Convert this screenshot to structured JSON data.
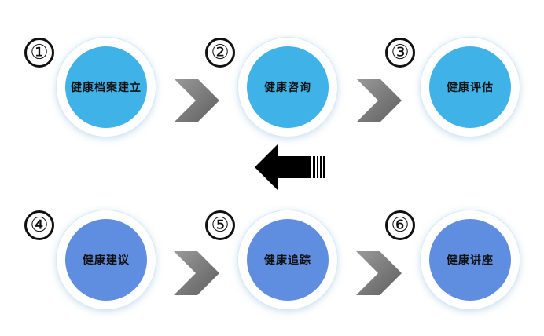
{
  "diagram": {
    "steps": [
      {
        "number": "①",
        "label": "健康档案建立",
        "row": "top"
      },
      {
        "number": "②",
        "label": "健康咨询",
        "row": "top"
      },
      {
        "number": "③",
        "label": "健康评估",
        "row": "top"
      },
      {
        "number": "④",
        "label": "健康建议",
        "row": "bottom"
      },
      {
        "number": "⑤",
        "label": "健康追踪",
        "row": "bottom"
      },
      {
        "number": "⑥",
        "label": "健康讲座",
        "row": "bottom"
      }
    ],
    "colors": {
      "top_row": "#3fb2e8",
      "bottom_row": "#5f8de0",
      "chevron": "#7a7a7a",
      "return_arrow": "#000000"
    },
    "connectors": {
      "chevron_icon": "chevron-right-icon",
      "return_icon": "arrow-left-icon"
    }
  }
}
